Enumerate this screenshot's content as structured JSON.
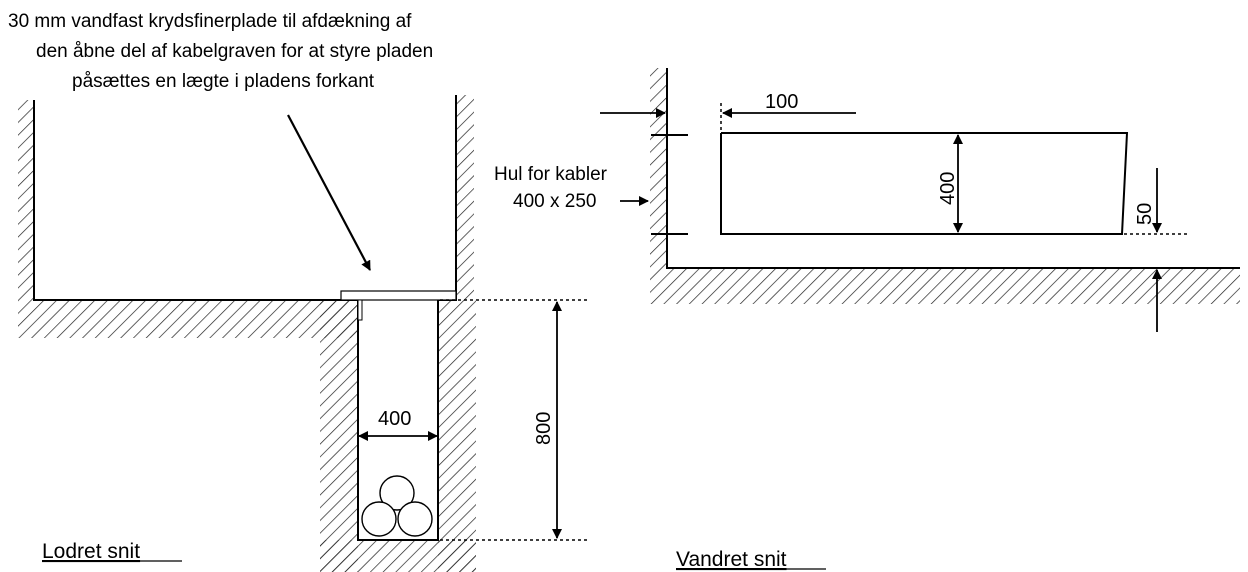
{
  "annotation": {
    "line1": "30 mm vandfast krydsfinerplade til afdækning af",
    "line2": "den åbne del af kabelgraven for at styre pladen",
    "line3": "påsættes en lægte i pladens forkant"
  },
  "left_section": {
    "title": "Lodret snit",
    "dim_width": "400",
    "dim_depth": "800"
  },
  "right_section": {
    "title": "Vandret snit",
    "dim_offset": "100",
    "dim_height": "400",
    "dim_gap": "50",
    "hole_label_line1": "Hul for kabler",
    "hole_label_line2": "400 x 250"
  }
}
